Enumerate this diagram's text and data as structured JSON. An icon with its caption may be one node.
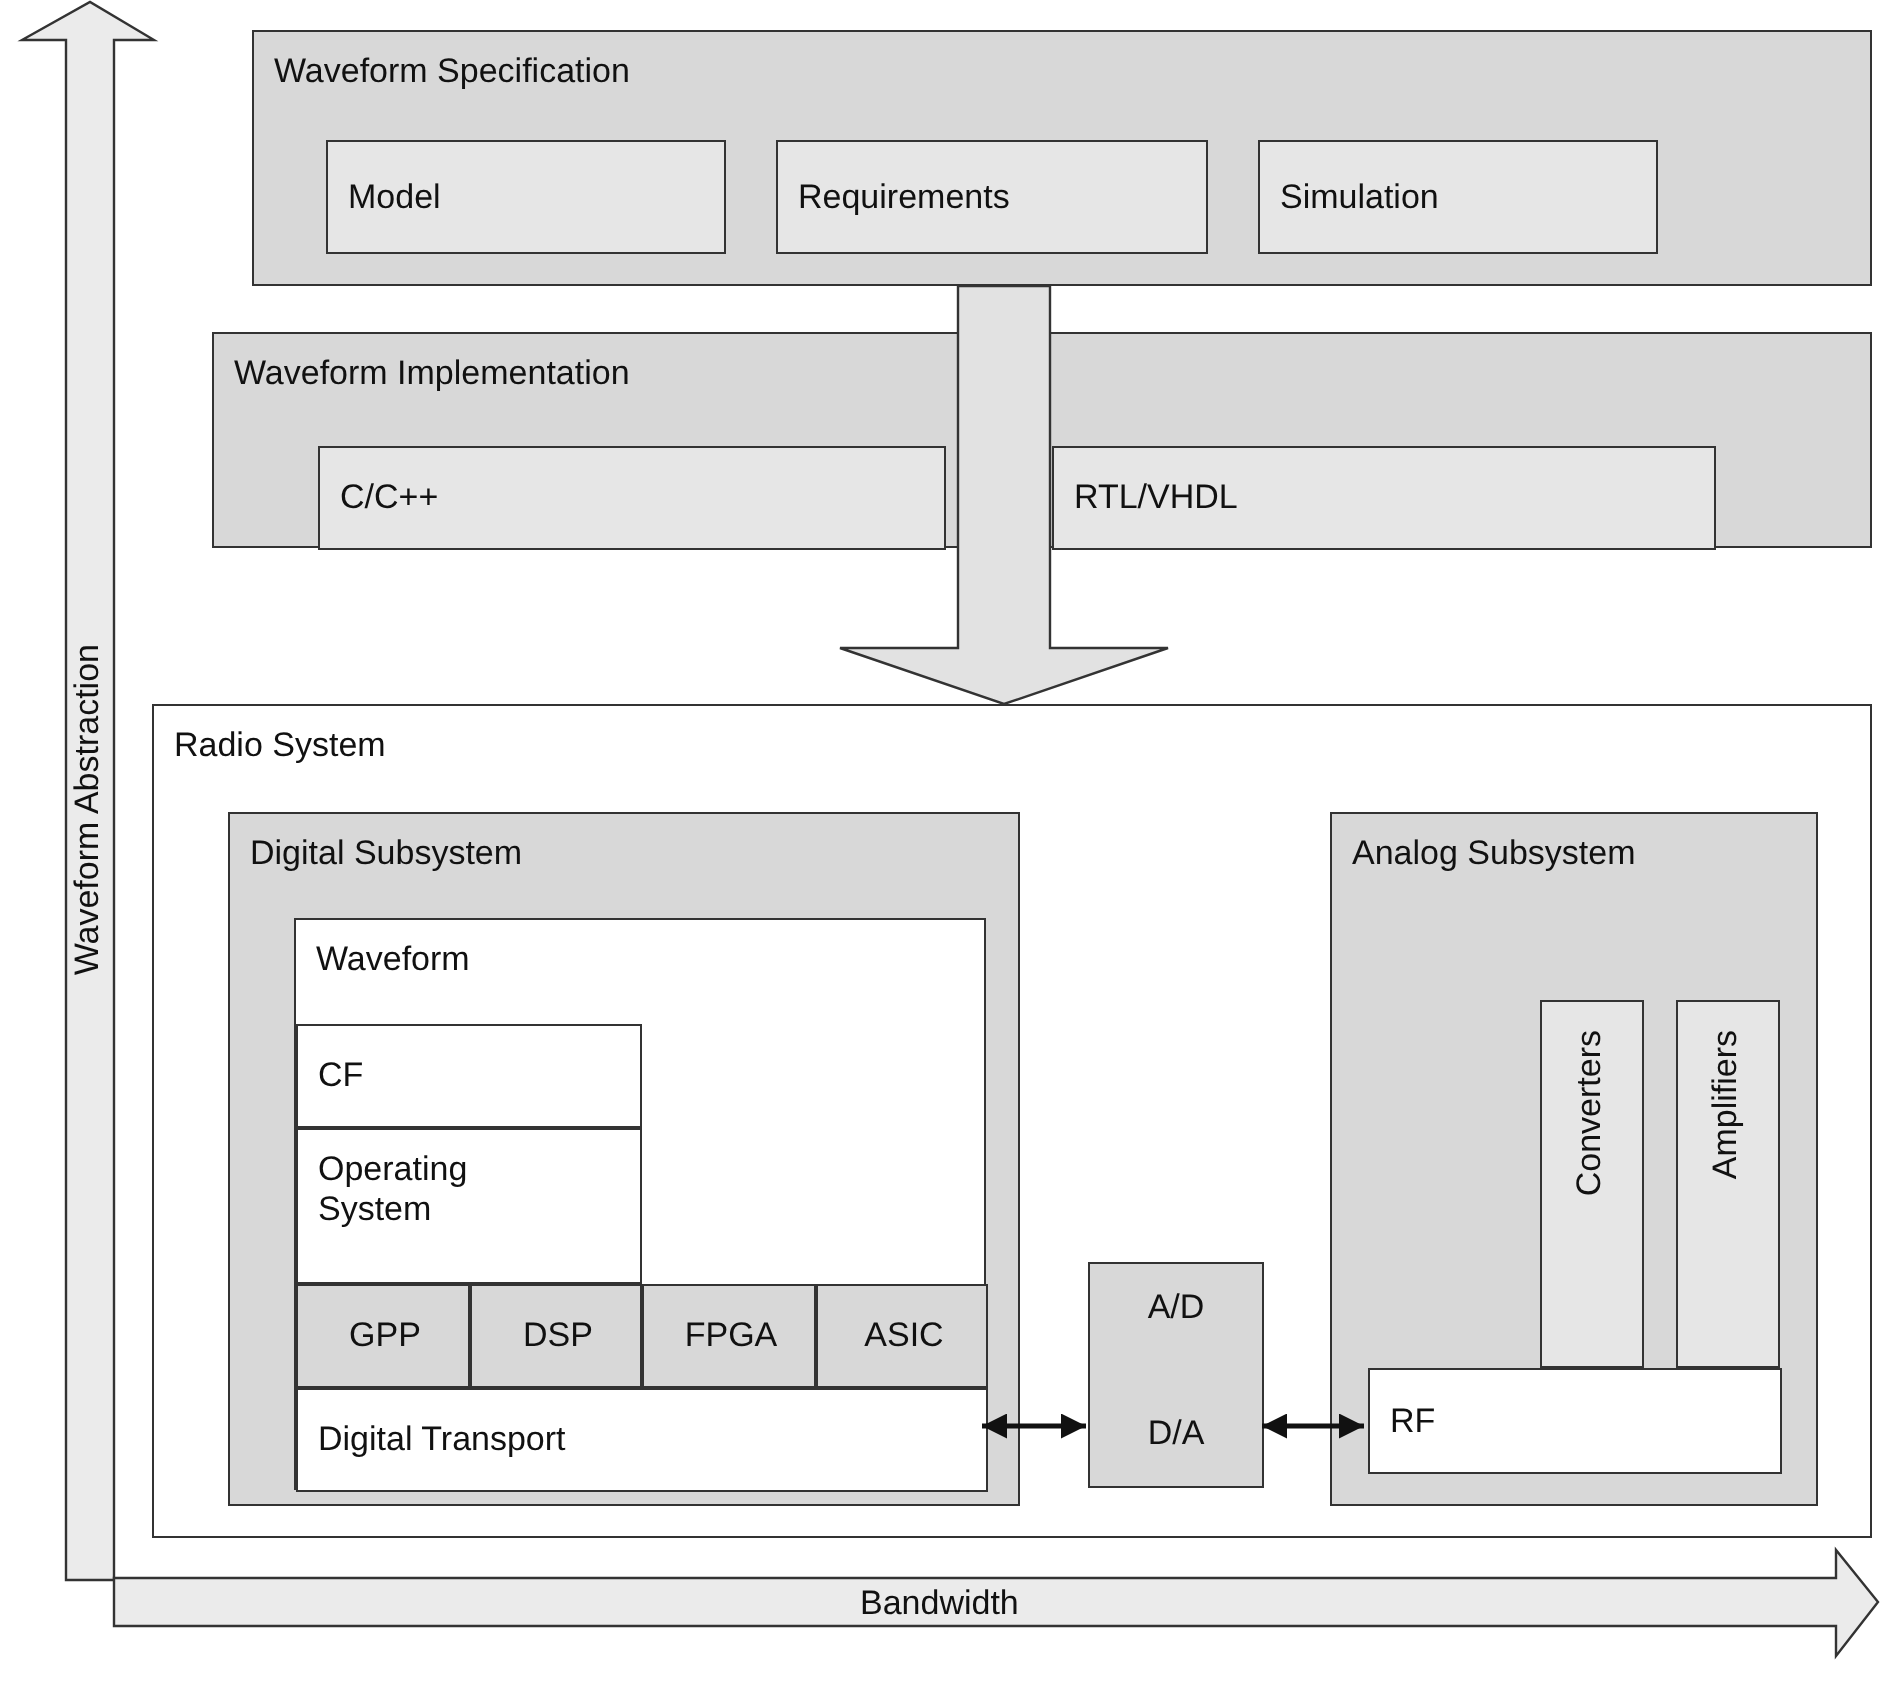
{
  "diagram": {
    "nodes": [
      {
        "text": [
          "Waveform Specification"
        ]
      },
      {
        "text": [
          "Model"
        ],
        "in": 0
      },
      {
        "text": [
          "Requirements"
        ],
        "in": 0
      },
      {
        "text": [
          "Simulation"
        ],
        "in": 0
      },
      {
        "text": [
          "Waveform Implementation"
        ]
      },
      {
        "text": [
          "C/C++"
        ],
        "in": 4
      },
      {
        "text": [
          "RTL/VHDL"
        ],
        "in": 4
      },
      {
        "text": [
          "Radio System"
        ]
      },
      {
        "text": [
          "Digital Subsystem"
        ],
        "in": 7
      },
      {
        "text": [
          "Waveform"
        ],
        "in": 8
      },
      {
        "text": [
          "CF"
        ],
        "in": 9
      },
      {
        "text": [
          "Operating System"
        ],
        "in": 9
      },
      {
        "text": [
          "GPP"
        ],
        "in": 9
      },
      {
        "text": [
          "DSP"
        ],
        "in": 9
      },
      {
        "text": [
          "FPGA"
        ],
        "in": 9
      },
      {
        "text": [
          "ASIC"
        ],
        "in": 9
      },
      {
        "text": [
          "Digital Transport"
        ],
        "in": 9
      },
      {
        "text": [
          "A/D",
          "D/A"
        ],
        "in": 7
      },
      {
        "text": [
          "Analog Subsystem"
        ],
        "in": 7
      },
      {
        "text": [
          "Converters"
        ],
        "in": 18
      },
      {
        "text": [
          "Amplifiers"
        ],
        "in": 18
      },
      {
        "text": [
          "RF"
        ],
        "in": 18
      }
    ],
    "edges": [
      {
        "from": 0,
        "to": 7,
        "arrow": "to",
        "style": "thick"
      },
      {
        "from": 16,
        "to": 17,
        "arrow": "both"
      },
      {
        "from": 17,
        "to": 21,
        "arrow": "both"
      }
    ],
    "labels": [
      "Waveform Abstraction",
      "Bandwidth"
    ]
  }
}
